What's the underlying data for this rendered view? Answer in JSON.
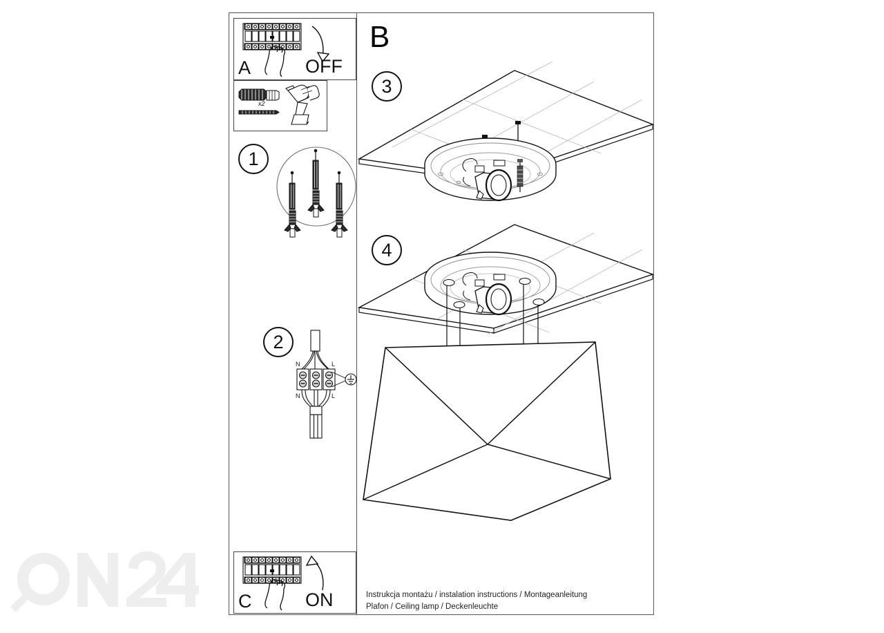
{
  "document": {
    "type": "installation-instruction-sheet",
    "caption_line1": "Instrukcja montażu / instalation instructions / Montageanleitung",
    "caption_line2": "Plafon / Ceiling lamp / Deckenleuchte"
  },
  "watermark": {
    "text": "ON24",
    "color": "#eeeeee"
  },
  "sections": {
    "section_b_label": "B"
  },
  "panels": [
    {
      "id": "panel-a",
      "letter": "A",
      "action_label": "OFF",
      "description": "Switch the circuit breaker off before installation",
      "icons": [
        "circuit-breaker-icon",
        "hand-icon",
        "arrow-down-icon"
      ]
    },
    {
      "id": "panel-tools",
      "letter": "",
      "quantity_label": "x2",
      "description": "Required parts and tools: wall plugs, screws, drill",
      "icons": [
        "wall-plug-icon",
        "screw-icon",
        "drill-icon"
      ]
    },
    {
      "id": "panel-c",
      "letter": "C",
      "action_label": "ON",
      "description": "Switch the circuit breaker back on after installation",
      "icons": [
        "circuit-breaker-icon",
        "hand-icon",
        "arrow-up-icon"
      ]
    }
  ],
  "steps": [
    {
      "number": "1",
      "description": "Drill holes and insert wall plugs with screws into the ceiling"
    },
    {
      "number": "2",
      "description": "Connect the mains wires to the terminal block",
      "terminal_labels": {
        "top_left": "N",
        "top_right": "L",
        "bottom_left": "N",
        "bottom_right": "L",
        "earth_symbol": "ground-icon"
      }
    },
    {
      "number": "3",
      "description": "Fix the round mounting base with the lamp socket to the ceiling"
    },
    {
      "number": "4",
      "description": "Hang the faceted geometric shade on the suspension wires"
    }
  ],
  "colors": {
    "line": "#111111",
    "frame": "#555555",
    "light_line": "#9a9a9a",
    "background": "#ffffff"
  }
}
